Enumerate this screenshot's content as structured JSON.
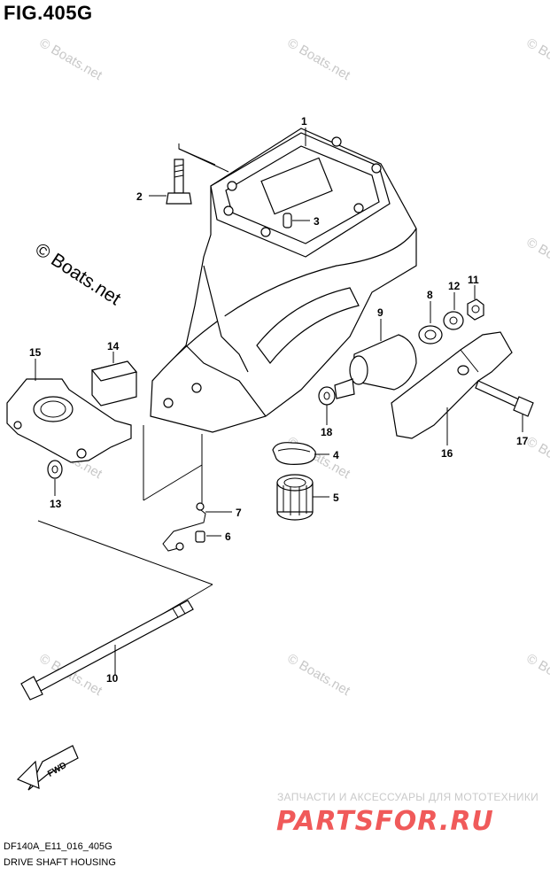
{
  "figure": {
    "title": "FIG.405G",
    "code": "DF140A_E11_016_405G",
    "caption": "DRIVE SHAFT HOUSING"
  },
  "watermark": {
    "small_text": "© Boats.net",
    "large_text": "© Boats.net"
  },
  "promo": {
    "subtitle": "ЗАПЧАСТИ И АКСЕССУАРЫ ДЛЯ МОТОТЕХНИКИ",
    "logo_text": "PARTSFOR.RU",
    "logo_color": "#f05a5a"
  },
  "fwd_label": "FWD",
  "callouts": [
    "1",
    "2",
    "3",
    "4",
    "5",
    "6",
    "7",
    "8",
    "9",
    "10",
    "11",
    "12",
    "13",
    "14",
    "15",
    "16",
    "17",
    "18"
  ]
}
